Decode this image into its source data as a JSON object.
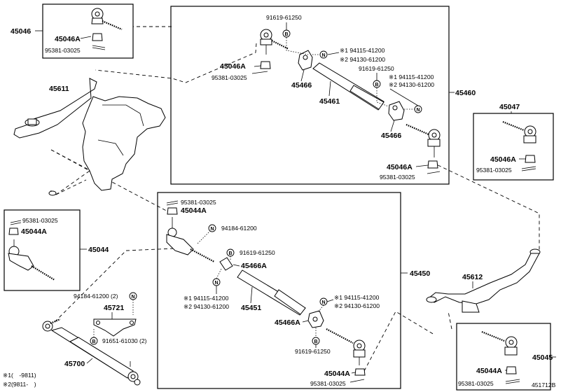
{
  "diagram_id": "451712B",
  "legend": {
    "note1": "※1(　-9811)",
    "note2": "※2(9811-　)"
  },
  "symbols": {
    "n": "N",
    "b": "B"
  },
  "parts": {
    "p45046": "45046",
    "p45046A": "45046A",
    "p95381": "95381-03025",
    "p45611": "45611",
    "p91619": "91619-61250",
    "p94115_1": "※1 94115-41200",
    "p94130_2": "※2 94130-61200",
    "p45466": "45466",
    "p45461": "45461",
    "p45460": "45460",
    "p45047": "45047",
    "p45044A": "45044A",
    "p94184": "94184-61200",
    "p45466A": "45466A",
    "p45451": "45451",
    "p45450": "45450",
    "p45044": "45044",
    "p94184_2": "94184-61200 (2)",
    "p45721": "45721",
    "p91651": "91651-61030 (2)",
    "p45700": "45700",
    "p45612": "45612",
    "p45045": "45045"
  }
}
